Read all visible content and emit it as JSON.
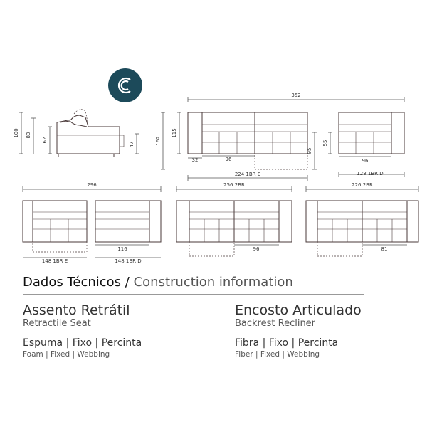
{
  "logo": {
    "icon": "c-circle-logo",
    "color": "#1c4a5a"
  },
  "dimensions": {
    "side_profile": {
      "height_total": "100",
      "height_back": "83",
      "height_seat": "62",
      "depth_label": "47"
    },
    "front_height": {
      "total": "115",
      "side": "162"
    },
    "top_row": {
      "overall_width": "352",
      "arm_width": "32",
      "seat_width": "96",
      "module_label": "224 1BR E",
      "depth_extended": "95",
      "depth_seat": "55",
      "right_seat_width": "96",
      "right_module_label": "128 1BR D"
    },
    "bottom_row": {
      "left_overall": "296",
      "left_module_e": "148 1BR E",
      "left_seat_width": "116",
      "left_module_d": "148 1BR D",
      "mid_overall": "256 2BR",
      "mid_seat_width": "96",
      "right_overall": "226 2BR",
      "right_seat_width": "81"
    }
  },
  "construction": {
    "title_pt": "Dados Técnicos",
    "separator": "/",
    "title_en": "Construction information",
    "seat": {
      "name_pt": "Assento Retrátil",
      "name_en": "Retractile Seat",
      "materials_pt": "Espuma | Fixo | Percinta",
      "materials_en": "Foam | Fixed | Webbing"
    },
    "back": {
      "name_pt": "Encosto Articulado",
      "name_en": "Backrest Recliner",
      "materials_pt": "Fibra | Fixo | Percinta",
      "materials_en": "Fiber | Fixed | Webbing"
    }
  }
}
